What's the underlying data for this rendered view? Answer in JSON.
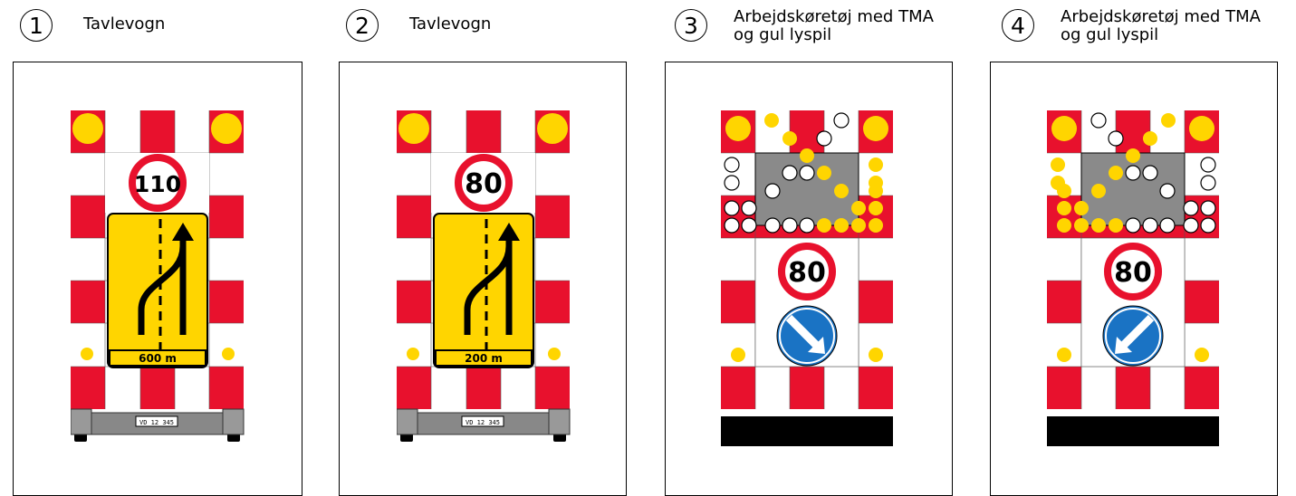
{
  "panels": [
    {
      "number": "1",
      "caption": "Tavlevogn",
      "speed": "110",
      "distance": "600 m",
      "plate": "VD 12 345"
    },
    {
      "number": "2",
      "caption": "Tavlevogn",
      "speed": "80",
      "distance": "200 m",
      "plate": "VD 12 345"
    },
    {
      "number": "3",
      "caption": "Arbejdskøretøj med TMA\nog gul lyspil",
      "speed": "80",
      "arrow": "down-right"
    },
    {
      "number": "4",
      "caption": "Arbejdskøretøj med TMA\nog gul lyspil",
      "speed": "80",
      "arrow": "down-left"
    }
  ],
  "colors": {
    "red": "#e8112d",
    "yellow": "#ffd500",
    "gray": "#8a8a8a",
    "blue": "#1a73c4",
    "black": "#000000"
  }
}
